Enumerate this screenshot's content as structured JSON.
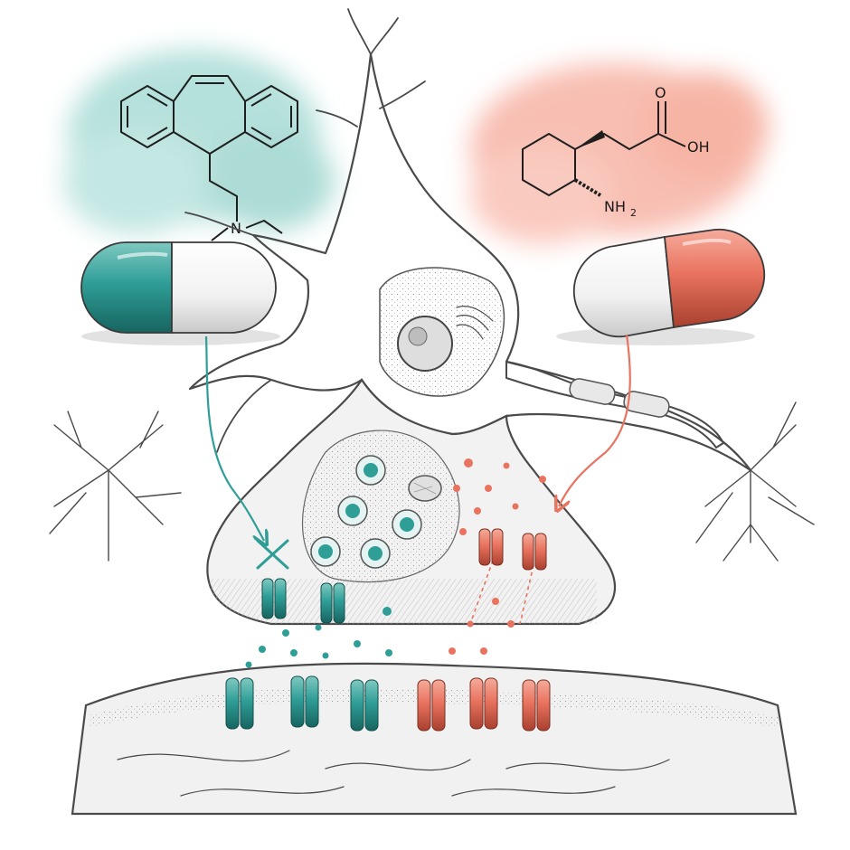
{
  "colors": {
    "left_drug": "#2f9e97",
    "left_drug_dark": "#1f6f6a",
    "left_cloud": "#a9dcd6",
    "right_drug": "#e8735f",
    "right_drug_dark": "#b94a3a",
    "right_cloud": "#f7b3a5",
    "line": "#3c3c3c"
  },
  "left_molecule": {
    "atom_label": "N"
  },
  "right_molecule": {
    "oxygen_label": "O",
    "acid_label": "OH",
    "amine_label": "NH",
    "amine_subscript": "2"
  },
  "icons": {
    "left_pill": "capsule-teal-white",
    "right_pill": "capsule-white-coral",
    "block_mark": "x-mark"
  }
}
